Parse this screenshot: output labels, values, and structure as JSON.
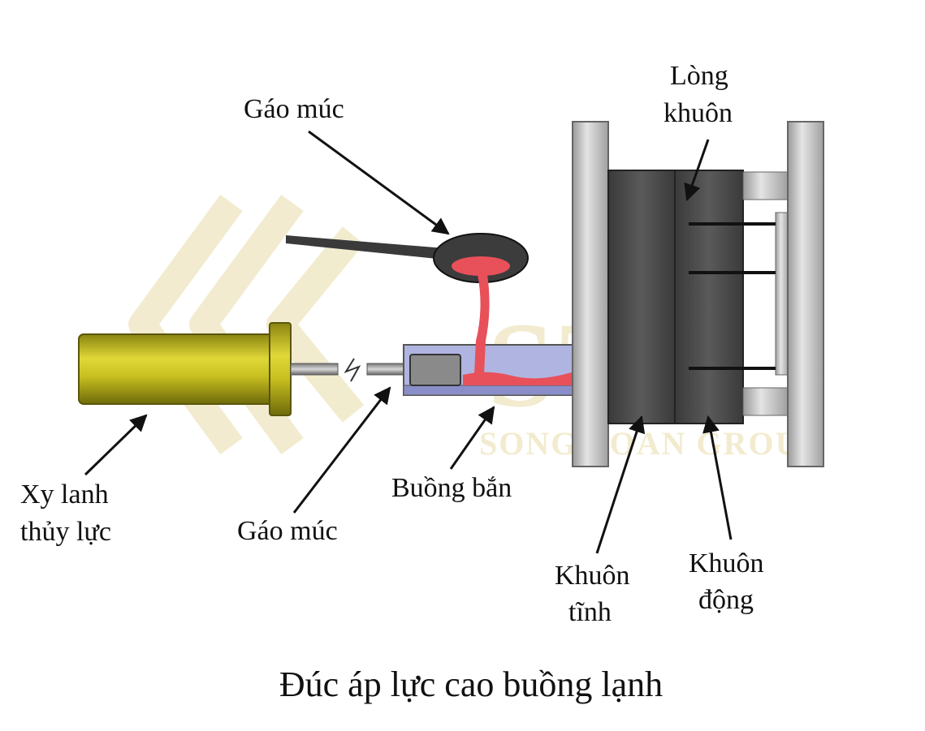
{
  "labels": {
    "ladle_top": "Gáo múc",
    "cavity_line1": "Lòng",
    "cavity_line2": "khuôn",
    "cylinder_line1": "Xy lanh",
    "cylinder_line2": "thủy lực",
    "ladle_bottom": "Gáo múc",
    "shot_chamber": "Buồng bắn",
    "fixed_die_line1": "Khuôn",
    "fixed_die_line2": "tĩnh",
    "moving_die_line1": "Khuôn",
    "moving_die_line2": "động"
  },
  "caption": "Đúc áp lực cao buồng lạnh",
  "watermark": {
    "brand": "STG",
    "tagline": "SONG TOAN GROUP"
  },
  "colors": {
    "cylinder": "#c8c020",
    "metal": "#e8505a",
    "chamber": "#b0b4e0",
    "die_dark": "#4a4a4a",
    "frame": "#c8c8c8",
    "watermark": "#e8dca8"
  }
}
